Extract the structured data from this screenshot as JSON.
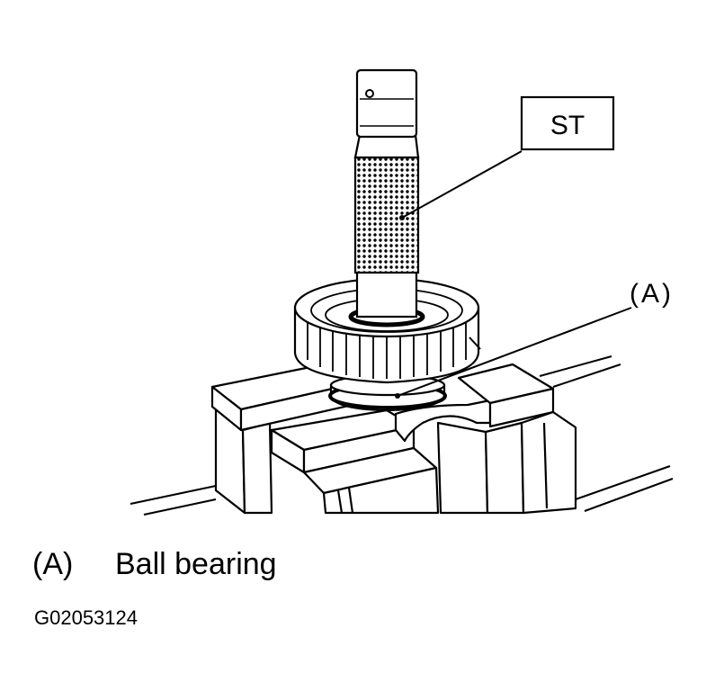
{
  "callouts": {
    "st": "ST",
    "a": "(A)"
  },
  "legend": [
    {
      "key": "(A)",
      "text": "Ball bearing"
    }
  ],
  "figure_id": "G02053124"
}
